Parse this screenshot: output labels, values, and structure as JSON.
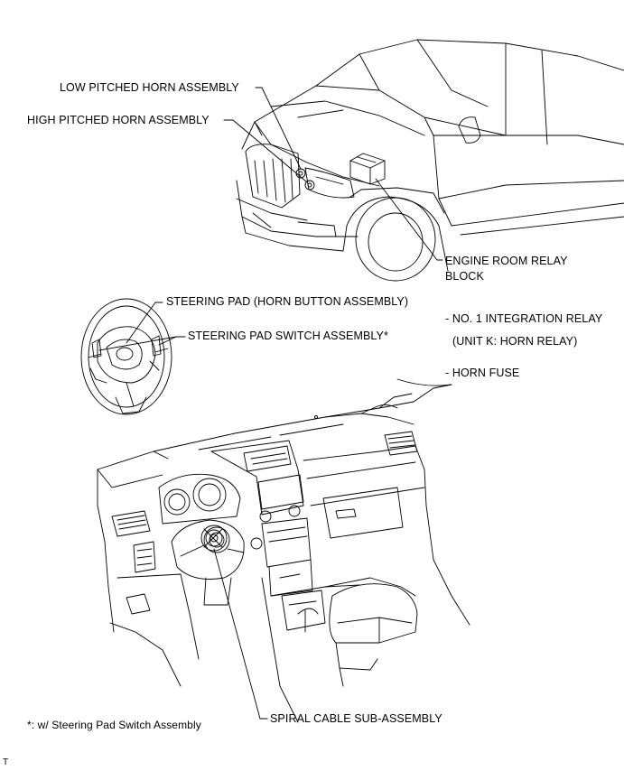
{
  "labels": {
    "low_horn": "LOW PITCHED HORN ASSEMBLY",
    "high_horn": "HIGH PITCHED HORN ASSEMBLY",
    "relay_block_line1": "ENGINE ROOM RELAY",
    "relay_block_line2": "BLOCK",
    "steering_pad": "STEERING PAD (HORN BUTTON ASSEMBLY)",
    "steering_switch": "STEERING PAD SWITCH ASSEMBLY*",
    "integration_relay": "- NO. 1 INTEGRATION RELAY",
    "unit_k": "(UNIT K: HORN RELAY)",
    "horn_fuse": "- HORN FUSE",
    "spiral_cable": "SPIRAL CABLE SUB-ASSEMBLY"
  },
  "footnote": "*: w/ Steering Pad Switch Assembly",
  "corner_mark": "T"
}
